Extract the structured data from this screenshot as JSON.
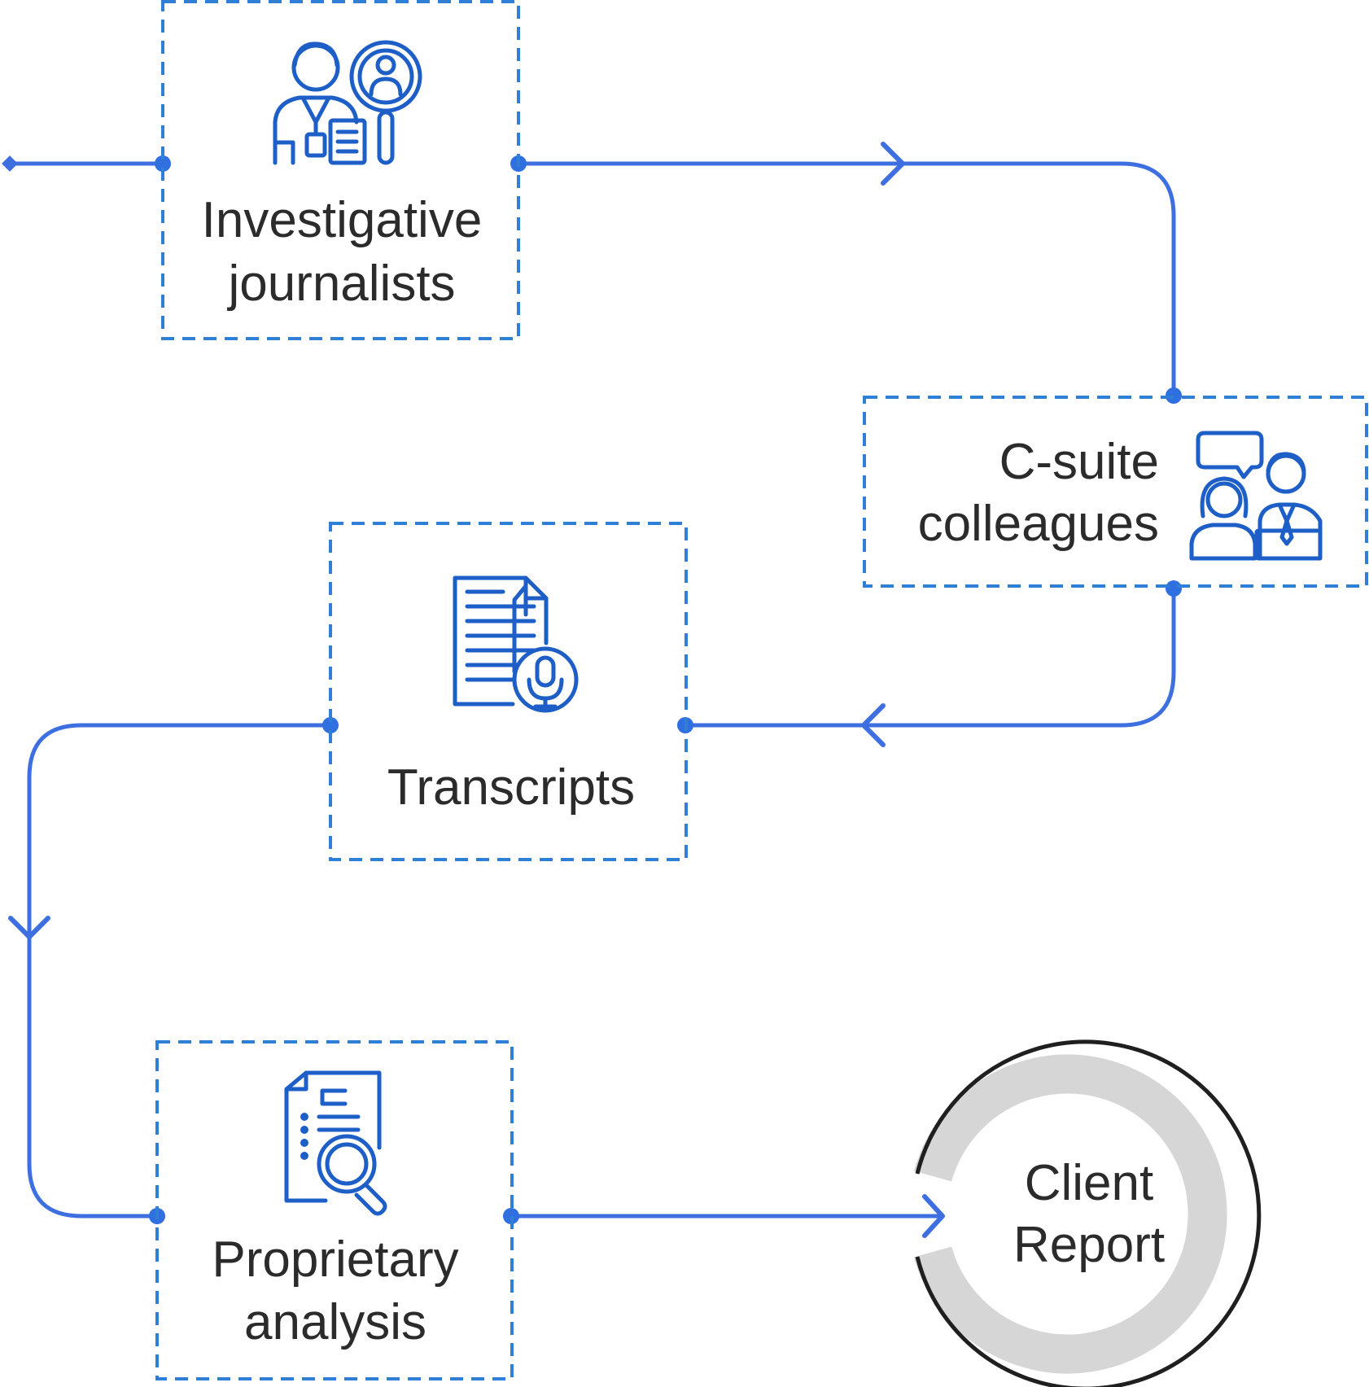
{
  "colors": {
    "flow_line": "#3d6fe0",
    "box_border": "#2f7fd6",
    "icon": "#1d5fc7",
    "text": "#2b2b2b",
    "circle_outer": "#1f1f1f",
    "circle_ring": "#d6d6d6"
  },
  "nodes": {
    "investigative_journalists": {
      "line1": "Investigative",
      "line2": "journalists",
      "icon": "journalist-magnifier-icon"
    },
    "c_suite_colleagues": {
      "line1": "C-suite",
      "line2": "colleagues",
      "icon": "meeting-people-icon"
    },
    "transcripts": {
      "label": "Transcripts",
      "icon": "document-microphone-icon"
    },
    "proprietary_analysis": {
      "line1": "Proprietary",
      "line2": "analysis",
      "icon": "document-search-icon"
    },
    "client_report": {
      "line1": "Client",
      "line2": "Report"
    }
  }
}
